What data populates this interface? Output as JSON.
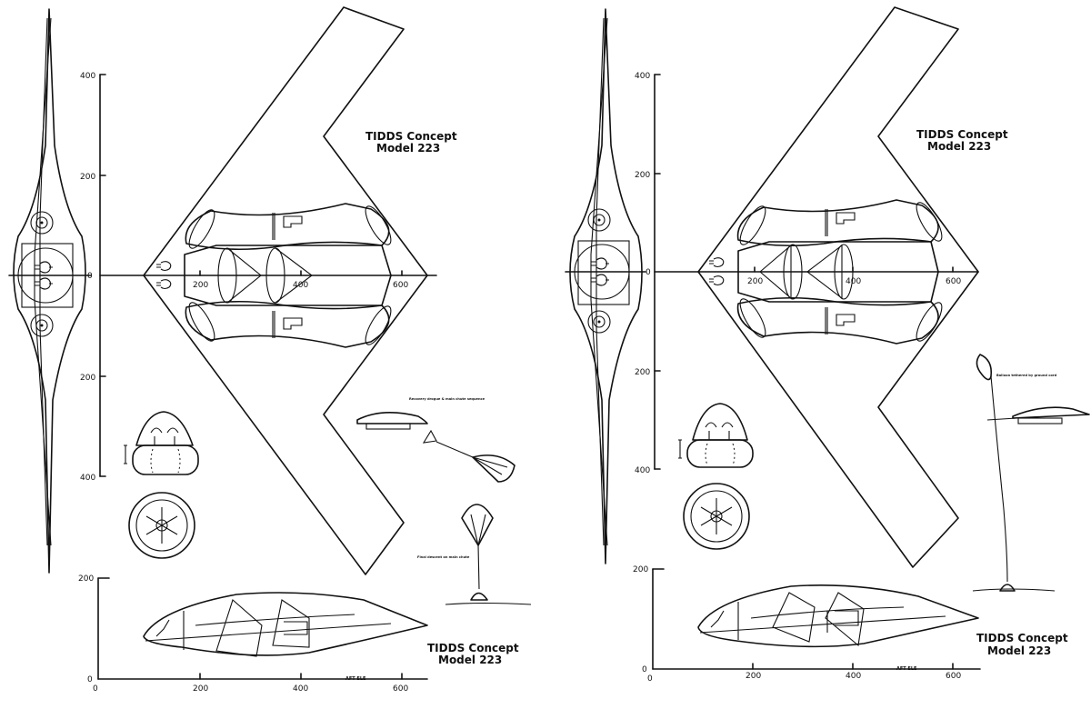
{
  "document": {
    "kind": "engineering three-view drawing sheet",
    "panels": [
      {
        "id": "left",
        "title_line1": "TIDDS Concept",
        "title_line2": "Model 223",
        "lower_title_line1": "TIDDS Concept",
        "lower_title_line2": "Model 223",
        "plan_view_axis": {
          "vertical_ticks": [
            "400",
            "200",
            "0",
            "200",
            "400"
          ],
          "horizontal_ticks": [
            "200",
            "400",
            "600"
          ]
        },
        "side_view_axis": {
          "vertical_ticks": [
            "200",
            "0"
          ],
          "horizontal_ticks": [
            "0",
            "200",
            "400",
            "600"
          ],
          "axis_note": "AFT ELE"
        },
        "annotations": {
          "recovery_note": "Recovery drogue & main chute sequence",
          "landing_note": "Final descent on main chute"
        }
      },
      {
        "id": "right",
        "title_line1": "TIDDS Concept",
        "title_line2": "Model 223",
        "lower_title_line1": "TIDDS Concept",
        "lower_title_line2": "Model 223",
        "plan_view_axis": {
          "vertical_ticks": [
            "400",
            "200",
            "0",
            "200",
            "400"
          ],
          "horizontal_ticks": [
            "200",
            "400",
            "600"
          ]
        },
        "side_view_axis": {
          "vertical_ticks": [
            "200",
            "0"
          ],
          "horizontal_ticks": [
            "0",
            "200",
            "400",
            "600"
          ],
          "axis_note": "AFT ELE"
        },
        "annotations": {
          "balloon_note": "Balloon tethered by ground cord"
        }
      }
    ]
  }
}
